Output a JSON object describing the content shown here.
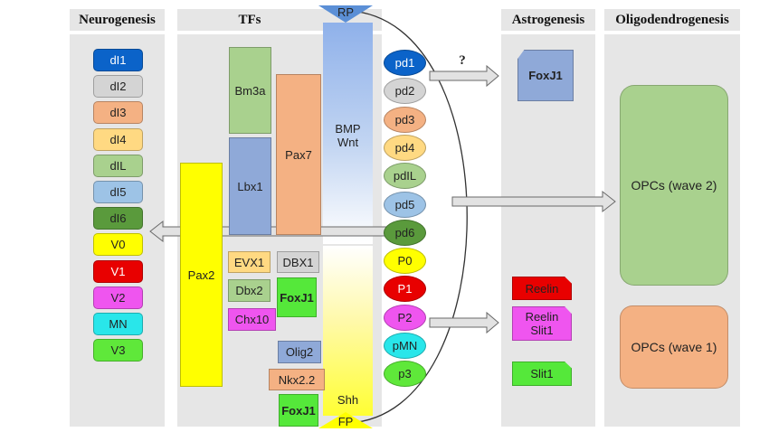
{
  "headers": {
    "neurogenesis": "Neurogenesis",
    "tfs": "TFs",
    "astrogenesis": "Astrogenesis",
    "oligodendrogenesis": "Oligodendrogenesis"
  },
  "neuron_classes": [
    "dI1",
    "dI2",
    "dI3",
    "dI4",
    "dIL",
    "dI5",
    "dI6",
    "V0",
    "V1",
    "V2",
    "MN",
    "V3"
  ],
  "progenitor_domains": [
    "pd1",
    "pd2",
    "pd3",
    "pd4",
    "pdIL",
    "pd5",
    "pd6",
    "P0",
    "P1",
    "P2",
    "pMN",
    "p3"
  ],
  "transcription_factors": {
    "bm3a": "Bm3a",
    "lbx1": "Lbx1",
    "pax7": "Pax7",
    "pax2": "Pax2",
    "evx1": "EVX1",
    "dbx1": "DBX1",
    "dbx2": "Dbx2",
    "foxj1_mid": "FoxJ1",
    "chx10": "Chx10",
    "olig2": "Olig2",
    "nkx22": "Nkx2.2",
    "foxj1_bottom": "FoxJ1"
  },
  "morphogens": {
    "rp": "RP",
    "fp": "FP",
    "bmp": "BMP",
    "wnt": "Wnt",
    "shh": "Shh"
  },
  "astro": {
    "foxj1": "FoxJ1",
    "reelin": "Reelin",
    "reelin_slit1_line1": "Reelin",
    "reelin_slit1_line2": "Slit1",
    "slit1": "Slit1"
  },
  "oligo": {
    "opcs_wave2": "OPCs (wave 2)",
    "opcs_wave1": "OPCs (wave 1)"
  },
  "question_mark": "?",
  "colors": {
    "dI1": "#0b63c9",
    "dI2": "#d4d4d4",
    "dI3": "#f4b183",
    "dI4": "#ffd982",
    "dIL": "#a9d18e",
    "dI5": "#9dc3e6",
    "dI6": "#5a9a3c",
    "V0": "#ffff00",
    "V1": "#e80000",
    "V2": "#ef55ef",
    "MN": "#29e6ea",
    "V3": "#5fe83a",
    "pax2": "#ffff00",
    "bm3a": "#a9d18e",
    "lbx1": "#8fa9d8",
    "pax7": "#f4b183",
    "opcs_wave2": "#a9d18e",
    "opcs_wave1": "#f4b183",
    "foxj1": "#55e83a",
    "astro_foxj1": "#8fa9d8"
  }
}
